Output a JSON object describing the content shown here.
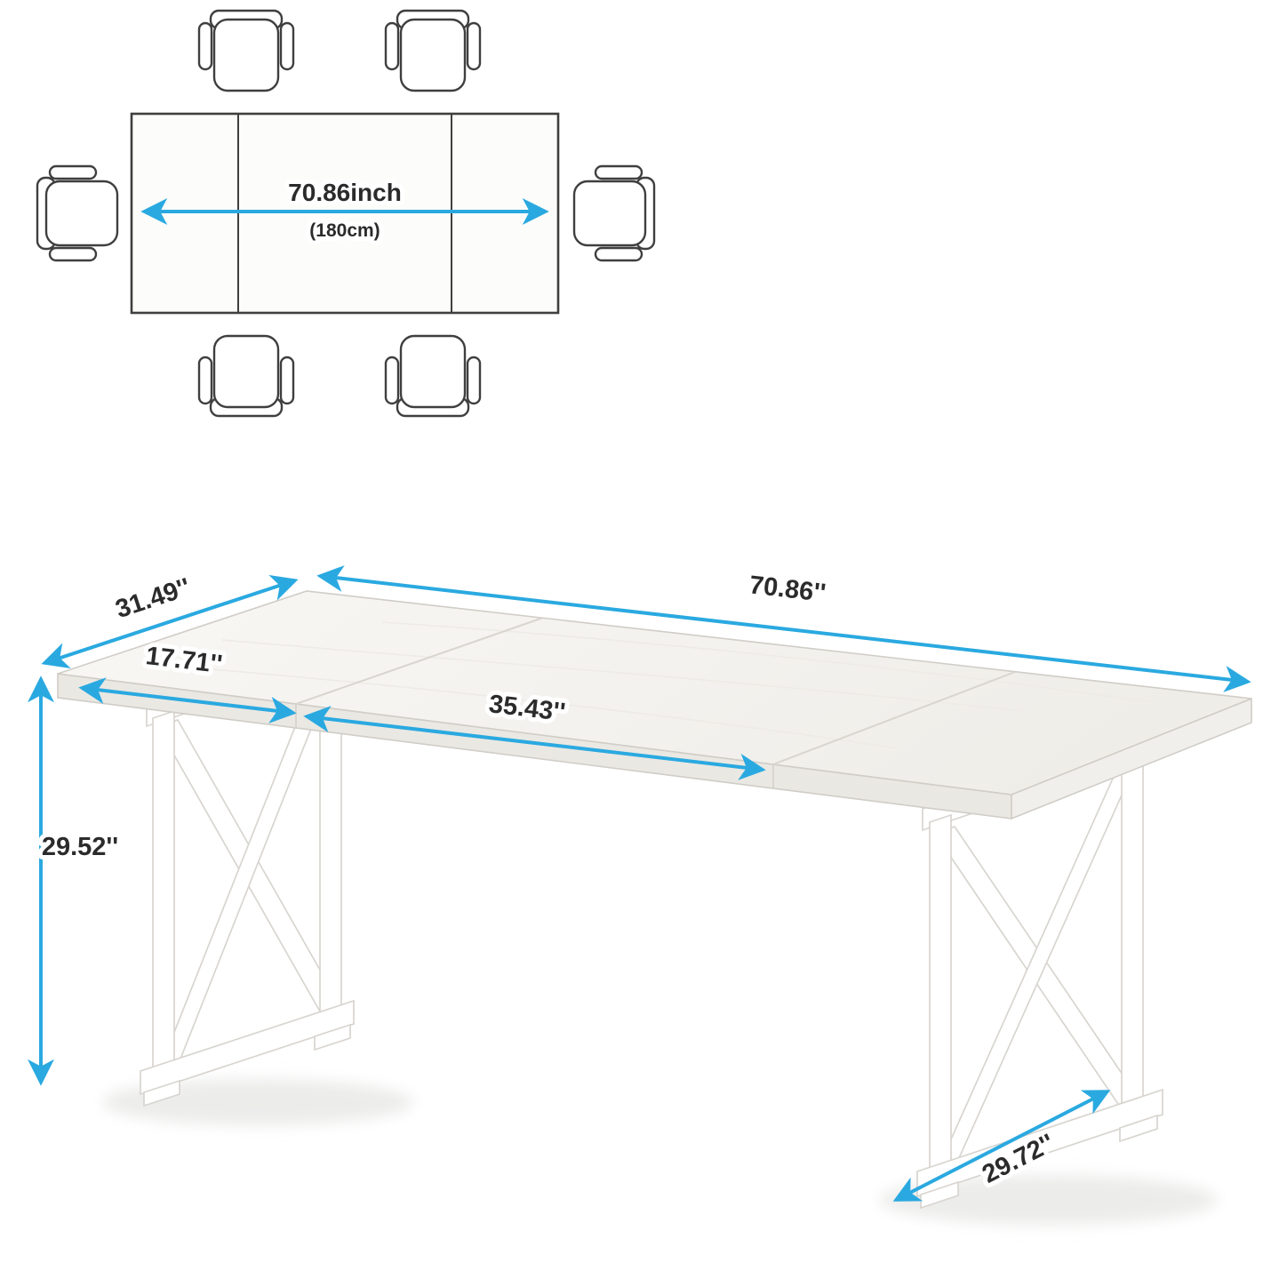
{
  "colors": {
    "dimension-arrow": "#2aa9e0",
    "outline-dark": "#3f3f3f",
    "label-text": "#2b2b2b",
    "leg-white": "#ffffff",
    "leg-outline": "#d8d5d0"
  },
  "top_view": {
    "length_label": "70.86inch",
    "length_metric_label": "(180cm)"
  },
  "perspective_view": {
    "depth_label": "31.49''",
    "length_label": "70.86''",
    "end_leaf_label": "17.71''",
    "center_section_label": "35.43''",
    "height_label": "29.52''",
    "leg_depth_label": "29.72''"
  }
}
